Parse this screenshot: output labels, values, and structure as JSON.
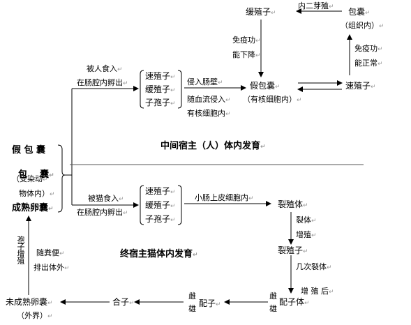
{
  "nodes": {
    "huanzhizi_top": "缓殖子",
    "baonang_tr": "包囊",
    "baonang_tr_sub": "（组织内）",
    "jiabaonang": "假包囊",
    "jiabaonang_sub": "（有核细胞内）",
    "suzhizi_r": "速殖子",
    "group1": [
      "速殖子",
      "缓殖子",
      "子孢子"
    ],
    "group2": [
      "速殖子",
      "缓殖子",
      "子孢子"
    ],
    "left1": "假 包 囊",
    "left2": "包    囊",
    "left3": "（受染动",
    "left4": "物体内）",
    "left5": "成熟卵囊",
    "liezhiti": "裂殖体",
    "liezhizi": "裂殖子",
    "peiziti": "配子体",
    "peizi": "配子",
    "hezi": "合子",
    "weichengshu": "未成熟卵囊",
    "waijie": "（外界）",
    "ci1": "雌",
    "xiong1": "雄",
    "ci2": "雌",
    "xiong2": "雄"
  },
  "labels": {
    "neierya": "内二芽殖",
    "mianyigong1": "免疫功",
    "nengxiajiang": "能下降",
    "mianyigong2": "免疫功",
    "nengzhengchang": "能正常",
    "beirenshiru": "被人食入",
    "changqiang1": "在肠腔内孵出",
    "qinruchangbi": "侵入肠壁",
    "suixueliu": "随血流侵入",
    "youhexibao": "有核细胞内",
    "beimaoshiru": "被猫食入",
    "changqiang2": "在肠腔内孵出",
    "xiaochang": "小肠上皮细胞内",
    "lieti": "裂体",
    "zengzhi": "增殖",
    "jicilieti": "几次裂体",
    "zengzhihou": "增 殖 后",
    "suifenbian": "随粪便",
    "paichutiwai": "排出体外",
    "baozizengzhi": "孢子增殖"
  },
  "titles": {
    "intermediate": "中间宿主（人）体内发育",
    "definitive": "终宿主猫体内发育"
  },
  "marks": {
    "para": "↵"
  }
}
